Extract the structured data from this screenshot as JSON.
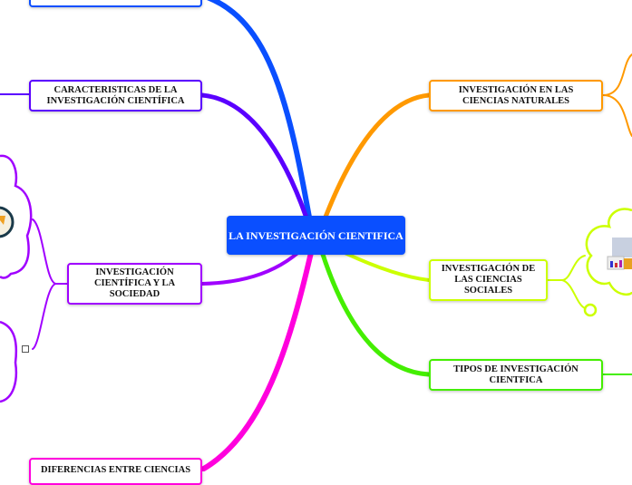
{
  "central": {
    "label": "LA INVESTIGACIÓN CIENTIFICA",
    "color": "#0a4fff"
  },
  "left_nodes": [
    {
      "label": "",
      "color": "#0a4fff"
    },
    {
      "label": "CARACTERISTICAS DE LA INVESTIGACIÓN CIENTÍFICA",
      "color": "#5a00ff"
    },
    {
      "label": "INVESTIGACIÓN CIENTÍFICA Y LA SOCIEDAD",
      "color": "#a000ff"
    },
    {
      "label": "DIFERENCIAS ENTRE CIENCIAS",
      "color": "#ff00dd"
    }
  ],
  "right_nodes": [
    {
      "label": "INVESTIGACIÓN EN LAS CIENCIAS NATURALES",
      "color": "#ff9900"
    },
    {
      "label": "INVESTIGACIÓN DE LAS CIENCIAS SOCIALES",
      "color": "#ccff00"
    },
    {
      "label": "TIPOS DE INVESTIGACIÓN CIENTFICA",
      "color": "#44ee00"
    }
  ],
  "icons": {
    "external_link": "external-link-icon"
  }
}
